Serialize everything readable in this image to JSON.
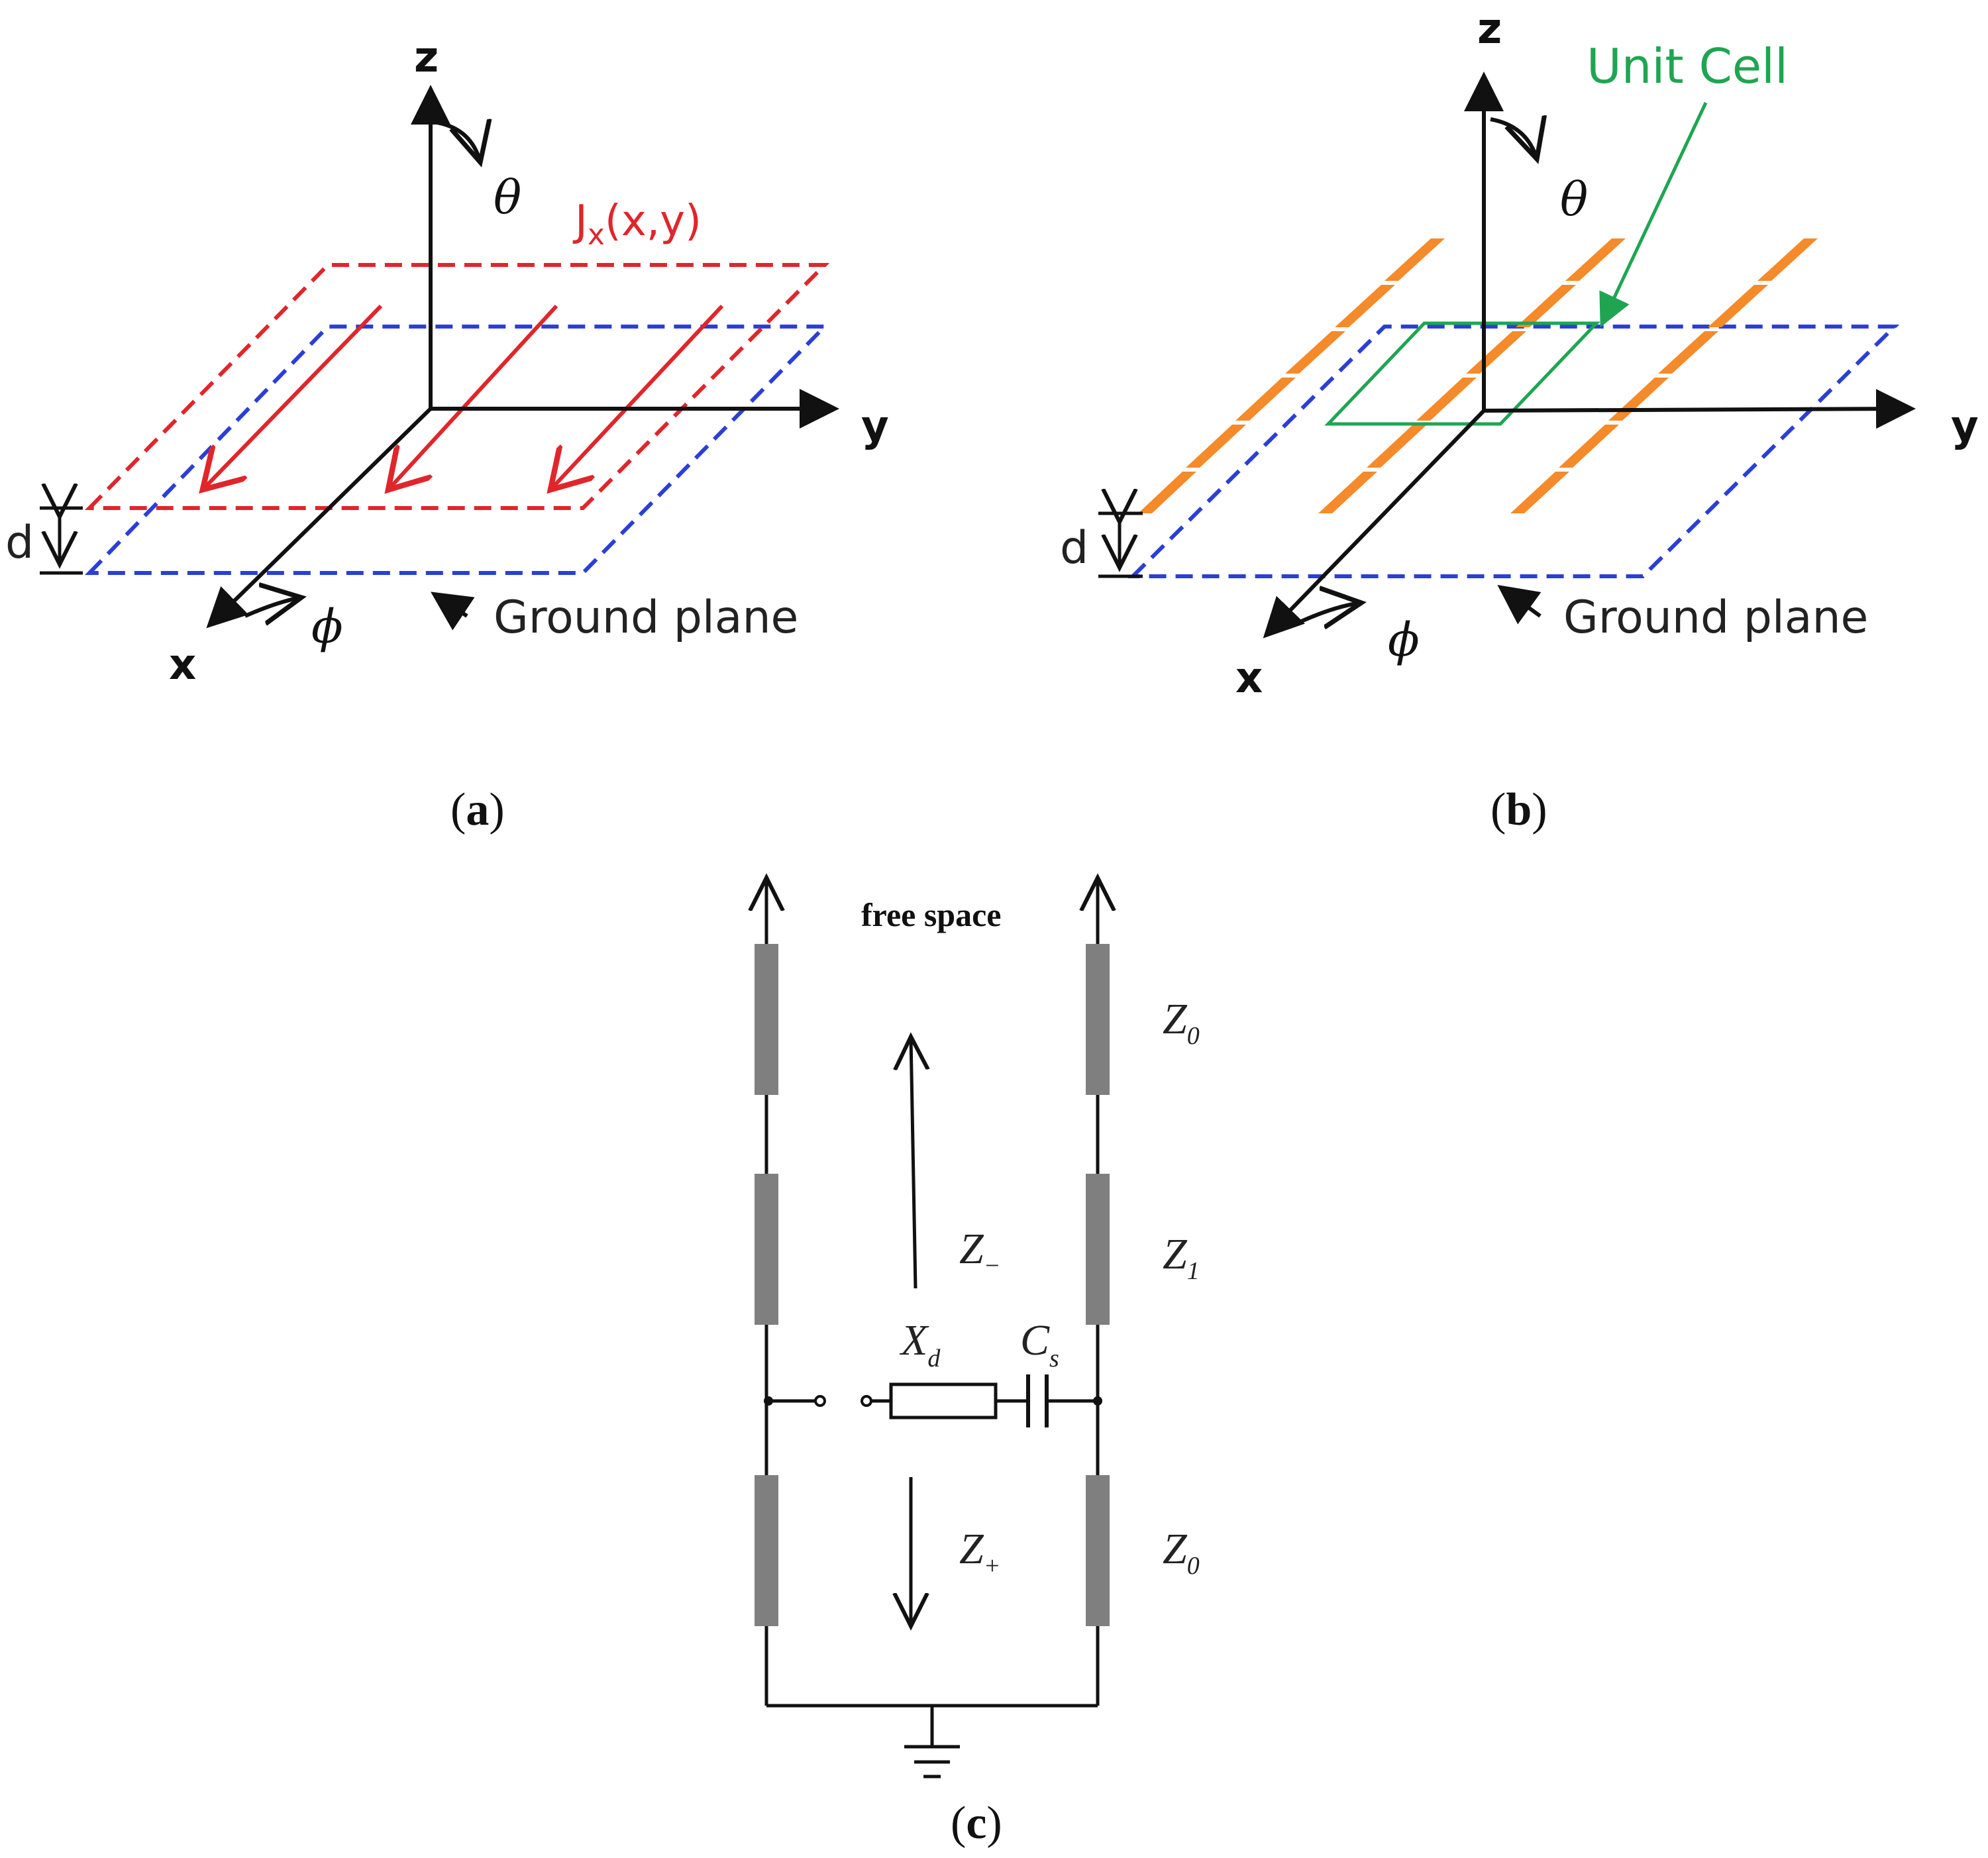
{
  "panel_a": {
    "axis_z": "z",
    "axis_y": "y",
    "axis_x": "x",
    "theta": "θ",
    "phi": "ϕ",
    "current_label_main": "J",
    "current_label_sub": "x",
    "current_label_args": "(x,y)",
    "d_label": "d",
    "ground_label": "Ground plane",
    "caption": "a"
  },
  "panel_b": {
    "axis_z": "z",
    "axis_y": "y",
    "axis_x": "x",
    "theta": "θ",
    "phi": "ϕ",
    "unit_cell_label": "Unit Cell",
    "d_label": "d",
    "ground_label": "Ground plane",
    "caption": "b"
  },
  "panel_c": {
    "free_space_label": "free space",
    "z0_top": {
      "main": "Z",
      "sub": "0"
    },
    "z1": {
      "main": "Z",
      "sub": "1"
    },
    "z0_bottom": {
      "main": "Z",
      "sub": "0"
    },
    "z_minus": {
      "main": "Z",
      "sub": "−"
    },
    "z_plus": {
      "main": "Z",
      "sub": "+"
    },
    "xd": {
      "main": "X",
      "sub": "d"
    },
    "cs": {
      "main": "C",
      "sub": "s"
    },
    "caption": "c"
  },
  "colors": {
    "ground_plane": "#2b3fd6",
    "current_sheet": "#e0262b",
    "dipole": "#f58a2a",
    "unit_cell": "#1fa552",
    "tline": "#7f7f7f"
  }
}
